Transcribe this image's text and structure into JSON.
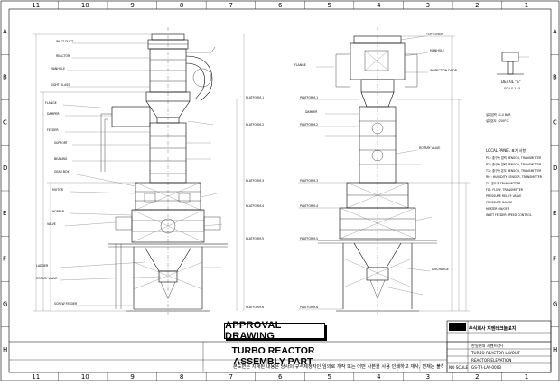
{
  "drawing": {
    "approval_label": "APPROVAL DRAWING",
    "title": "TURBO REACTOR ASSEMBLY PART",
    "note": "본도면은 지재된 내용은 당사의 규격제정자인 임의로 개작 또는 어떤 사본을 사용 인쇄하고 재사, 전재는 불허합니다.",
    "grid_top": [
      "11",
      "10",
      "9",
      "8",
      "7",
      "6",
      "5",
      "4",
      "3",
      "2",
      "1"
    ],
    "grid_side": [
      "A",
      "B",
      "C",
      "D",
      "E",
      "F",
      "G",
      "H"
    ],
    "detail_label": "DETAIL \"A\"",
    "detail_scale": "SCALE 1 : 5",
    "spec_lines": [
      "설계압력 : 1.0 BAR",
      "설계온도 : 200°C"
    ],
    "legend_title": "LOCAL PANEL 표기 사항",
    "legend_items": [
      "P1 : 출구측 압력 SENSOR, TRANSMITTER",
      "P2 : 출구측 압력 SENSOR, TRANSMITTER",
      "T1 : 출구측 온도 SENSOR, TRANSMITTER",
      "RH : HUMIDITY SENSOR, TRANSMITTER",
      "TI : 온도계 TRANSMITTER",
      "FD : FLOW, TRANSMITTER",
      "PRESSURE RELIEF VALVE",
      "PRESSURE GAUGE",
      "HEATER ON/OFF",
      "INLET FEEDER SPEED CONTROL"
    ],
    "plat_labels": [
      "PLATFORM-1",
      "PLATFORM-2",
      "PLATFORM-3",
      "PLATFORM-4",
      "PLATFORM-5",
      "PLATFORM-6"
    ],
    "left_callouts": [
      "INLET DUCT",
      "REACTOR",
      "MANHOLE",
      "SIGHT GLASS",
      "FLANGE",
      "DAMPER",
      "FEEDER",
      "SUPPORT",
      "BEARING",
      "GEAR BOX",
      "MOTOR",
      "HOPPER",
      "VALVE",
      "LADDER",
      "ROTARY VALVE",
      "SCREW FEEDER"
    ],
    "right_callouts": [
      "TOP COVER",
      "MANHOLE",
      "INSPECTION DOOR",
      "FLANGE",
      "DAMPER",
      "ROTARY VALVE",
      "DISCHARGE"
    ],
    "title_block": {
      "company": "주식회사 지엔테크놀로지",
      "project": "한일현대 시멘트(주)",
      "name": "TURBO REACTOR LAYOUT",
      "sub": "REACTOR ELEVATION",
      "dwg_no": "GS-TR-LAY-0003",
      "scale": "NO SCALE"
    }
  },
  "colors": {
    "line": "#000000",
    "paper": "#ffffff"
  }
}
